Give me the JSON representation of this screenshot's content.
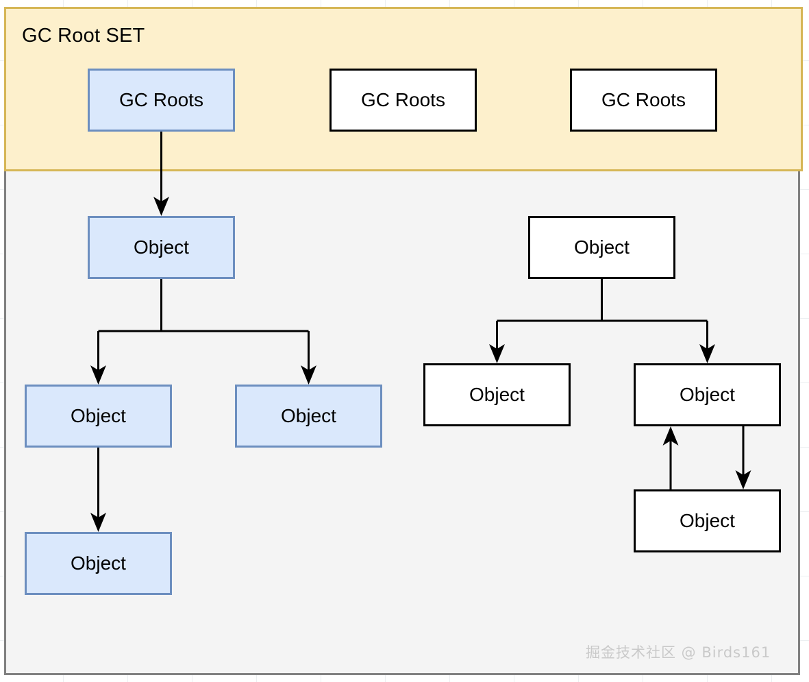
{
  "diagram": {
    "title": "GC Root SET",
    "type": "gc-reachability-graph"
  },
  "colors": {
    "gcroot_panel_fill": "#FDF0CC",
    "gcroot_panel_border": "#D6B656",
    "heap_panel_fill": "#F4F4F4",
    "heap_panel_border": "#808080",
    "reachable_node_fill": "#DAE8FC",
    "reachable_node_border": "#6C8EBF",
    "unreachable_node_fill": "#FFFFFF",
    "unreachable_node_border": "#000000",
    "edge": "#000000",
    "page_background": "#FFFFFF",
    "watermark": "#C9C9C9"
  },
  "gc_root_set": {
    "title": "GC Root SET",
    "roots": [
      {
        "id": "root-1",
        "label": "GC Roots",
        "style": "blue"
      },
      {
        "id": "root-2",
        "label": "GC Roots",
        "style": "white"
      },
      {
        "id": "root-3",
        "label": "GC Roots",
        "style": "white"
      }
    ]
  },
  "heap": {
    "reachable_tree": [
      {
        "id": "obj-a1",
        "label": "Object",
        "style": "blue"
      },
      {
        "id": "obj-a2",
        "label": "Object",
        "style": "blue"
      },
      {
        "id": "obj-a3",
        "label": "Object",
        "style": "blue"
      },
      {
        "id": "obj-a4",
        "label": "Object",
        "style": "blue"
      }
    ],
    "unreachable_tree": [
      {
        "id": "obj-b1",
        "label": "Object",
        "style": "white"
      },
      {
        "id": "obj-b2",
        "label": "Object",
        "style": "white"
      },
      {
        "id": "obj-b3",
        "label": "Object",
        "style": "white"
      },
      {
        "id": "obj-b4",
        "label": "Object",
        "style": "white"
      }
    ],
    "edges": [
      {
        "from": "root-1",
        "to": "obj-a1",
        "arrow": "down"
      },
      {
        "from": "obj-a1",
        "to": "obj-a2",
        "arrow": "down"
      },
      {
        "from": "obj-a1",
        "to": "obj-a3",
        "arrow": "down"
      },
      {
        "from": "obj-a2",
        "to": "obj-a4",
        "arrow": "down"
      },
      {
        "from": "obj-b1",
        "to": "obj-b2",
        "arrow": "down"
      },
      {
        "from": "obj-b1",
        "to": "obj-b3",
        "arrow": "down"
      },
      {
        "from": "obj-b3",
        "to": "obj-b4",
        "arrow": "down"
      },
      {
        "from": "obj-b4",
        "to": "obj-b3",
        "arrow": "up"
      }
    ]
  },
  "watermark": {
    "text": "掘金技术社区 @ Birds161"
  }
}
